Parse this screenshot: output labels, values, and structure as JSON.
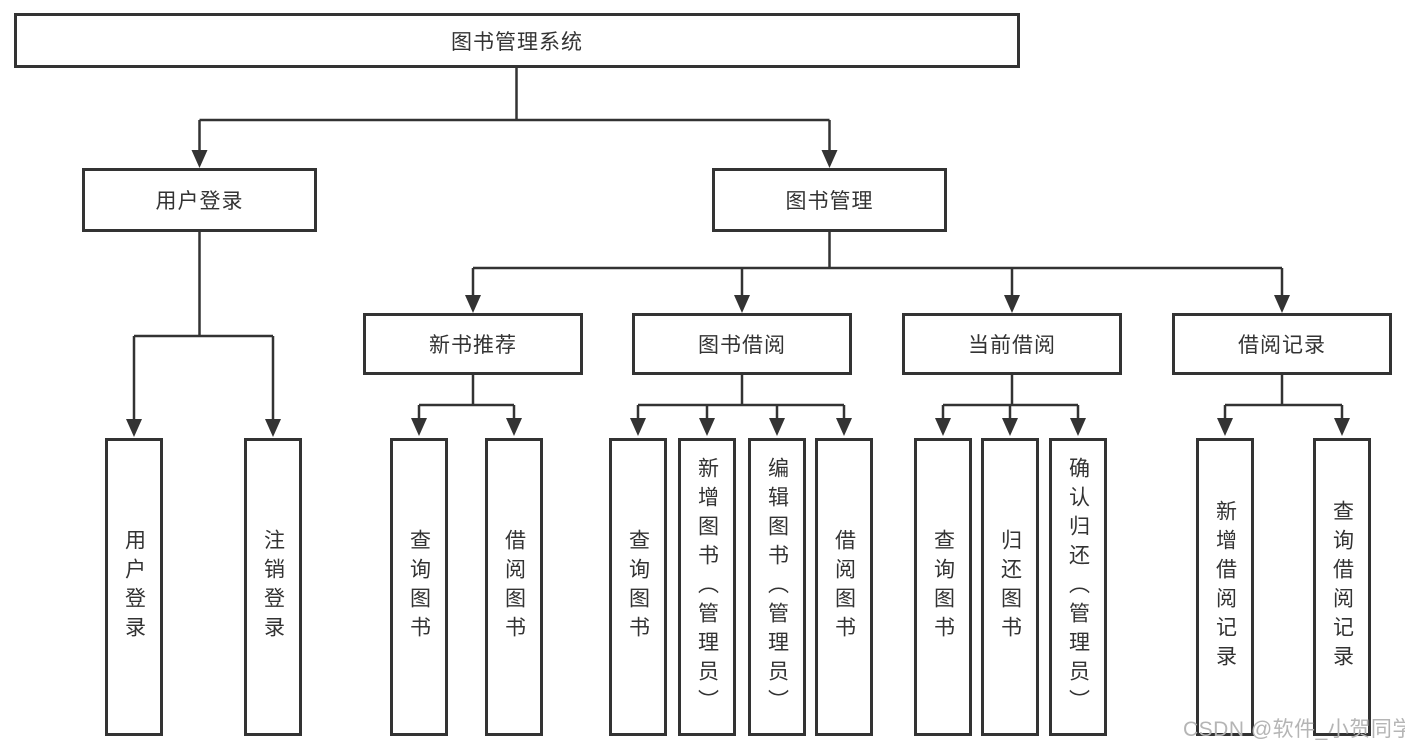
{
  "diagram_title": "图书管理系统",
  "tree": {
    "root": "图书管理系统",
    "user_login": {
      "label": "用户登录",
      "children": {
        "login": "用户登录",
        "logout": "注销登录"
      }
    },
    "book_mgmt": {
      "label": "图书管理",
      "children": {
        "new_books": {
          "label": "新书推荐",
          "children": {
            "query": "查询图书",
            "borrow": "借阅图书"
          }
        },
        "borrowing": {
          "label": "图书借阅",
          "children": {
            "query": "查询图书",
            "add": "新增图书（管理员）",
            "edit": "编辑图书（管理员）",
            "borrow": "借阅图书"
          }
        },
        "current": {
          "label": "当前借阅",
          "children": {
            "query": "查询图书",
            "return": "归还图书",
            "confirm": "确认归还（管理员）"
          }
        },
        "records": {
          "label": "借阅记录",
          "children": {
            "add": "新增借阅记录",
            "query": "查询借阅记录"
          }
        }
      }
    }
  },
  "watermark": "CSDN @软件_小贺同学",
  "colors": {
    "line": "#333333",
    "text": "#333333",
    "box_background": "#ffffff",
    "watermark": "#b5b5b5",
    "background": "#ffffff"
  }
}
